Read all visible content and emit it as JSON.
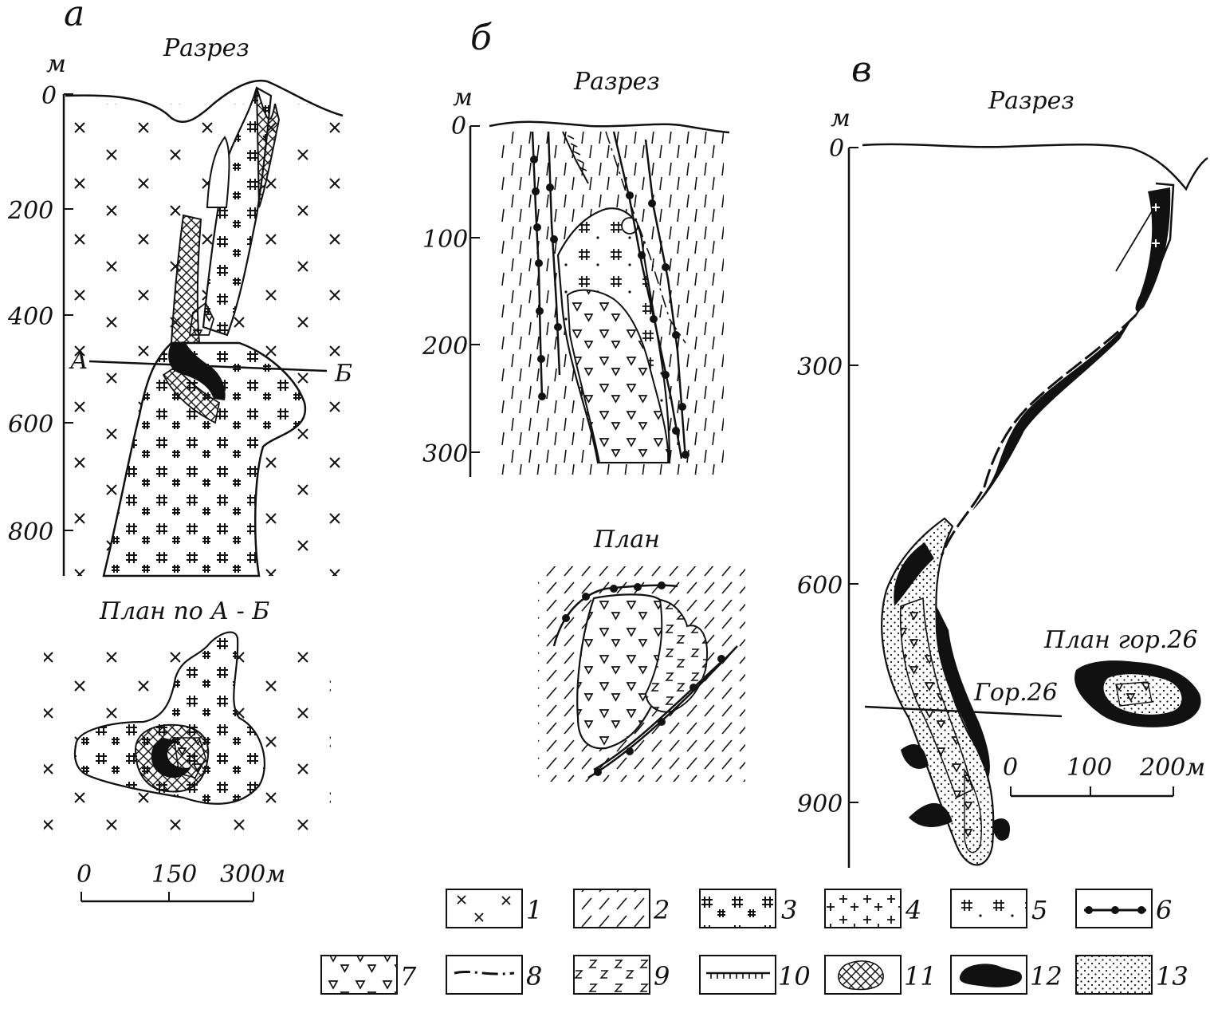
{
  "panels": {
    "a": {
      "letter": "а",
      "section_title": "Разрез",
      "depth_unit": "м",
      "depth_ticks": [
        "0",
        "200",
        "400",
        "600",
        "800"
      ],
      "line_start": "А",
      "line_end": "Б",
      "plan_title": "План по А - Б",
      "scale_ticks": [
        "0",
        "150",
        "300м"
      ]
    },
    "b": {
      "letter": "б",
      "section_title": "Разрез",
      "depth_unit": "м",
      "depth_ticks": [
        "0",
        "100",
        "200",
        "300"
      ],
      "plan_title": "План"
    },
    "v": {
      "letter": "в",
      "section_title": "Разрез",
      "depth_unit": "м",
      "depth_ticks": [
        "0",
        "300",
        "600",
        "900"
      ],
      "horizon_label": "Гор.26",
      "plan_title": "План гор.26",
      "scale_ticks": [
        "0",
        "100",
        "200м"
      ]
    }
  },
  "legend": [
    {
      "num": "1",
      "pattern": "crosses-x"
    },
    {
      "num": "2",
      "pattern": "slanted-hatch"
    },
    {
      "num": "3",
      "pattern": "double-cross"
    },
    {
      "num": "4",
      "pattern": "plus"
    },
    {
      "num": "5",
      "pattern": "dotted-plus"
    },
    {
      "num": "6",
      "pattern": "dotted-line"
    },
    {
      "num": "7",
      "pattern": "triangles"
    },
    {
      "num": "8",
      "pattern": "dash-dot-line"
    },
    {
      "num": "9",
      "pattern": "z-letters"
    },
    {
      "num": "10",
      "pattern": "comb-line"
    },
    {
      "num": "11",
      "pattern": "crosshatch"
    },
    {
      "num": "12",
      "pattern": "solid-black"
    },
    {
      "num": "13",
      "pattern": "fine-dots"
    }
  ]
}
